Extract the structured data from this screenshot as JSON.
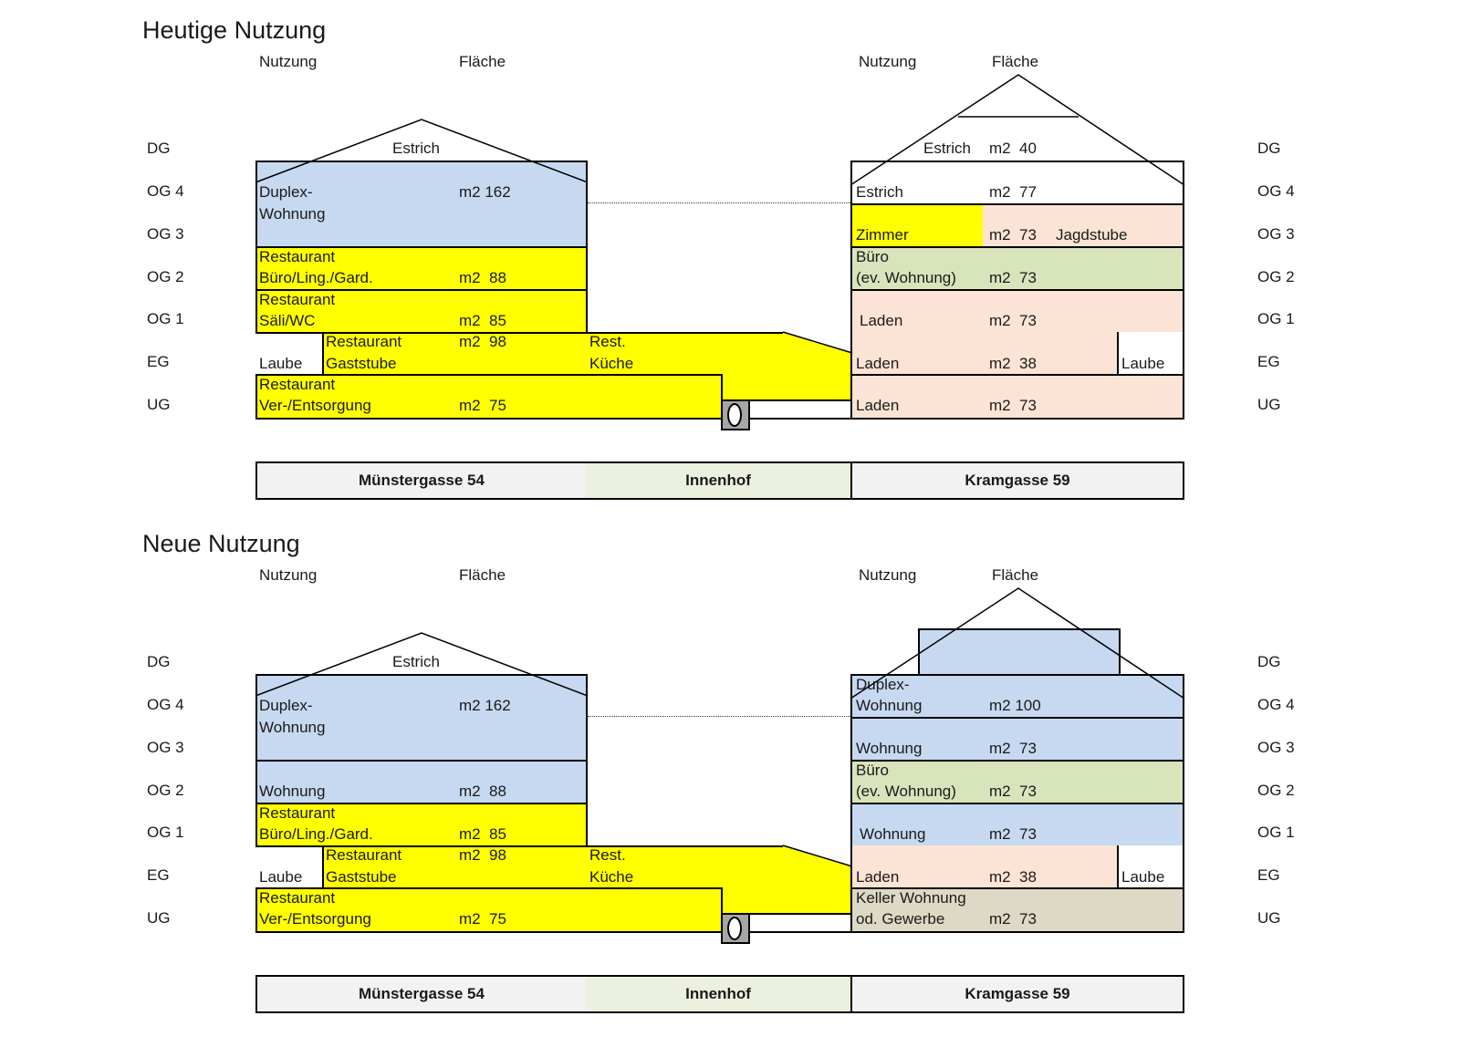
{
  "levels": [
    "DG",
    "OG 4",
    "OG 3",
    "OG 2",
    "OG 1",
    "EG",
    "UG"
  ],
  "headers": {
    "nutzung": "Nutzung",
    "flaeche": "Fläche"
  },
  "lanes": {
    "left": "Münstergasse 54",
    "middle": "Innenhof",
    "right": "Kramgasse 59"
  },
  "colors": {
    "yellow": "#ffff00",
    "blue": "#c6d9f0",
    "peach": "#fbe4d5",
    "green": "#d8e4bc",
    "taupe": "#ddd9c4",
    "lane_left": "#f2f2f2",
    "lane_middle": "#ebf1de",
    "lane_right": "#f2f2f2"
  },
  "old": {
    "title": "Heutige Nutzung",
    "left": {
      "estrich": "Estrich",
      "og4": {
        "l1": "Duplex-",
        "l2": "Wohnung",
        "area": "m2 162"
      },
      "og2": {
        "l1": "Restaurant",
        "l2": "Büro/Ling./Gard.",
        "area": "m2  88"
      },
      "og1": {
        "l1": "Restaurant",
        "l2": "Säli/WC",
        "area": "m2  85"
      },
      "eg": {
        "laube": "Laube",
        "l1": "Restaurant",
        "l2": "Gaststube",
        "area": "m2  98"
      },
      "kitchen": {
        "l1": "Rest.",
        "l2": "Küche"
      },
      "ug": {
        "l1": "Restaurant",
        "l2": "Ver-/Entsorgung",
        "area": "m2  75"
      }
    },
    "right": {
      "dg": {
        "use": "Estrich",
        "area": "m2  40"
      },
      "og4": {
        "use": "Estrich",
        "area": "m2  77"
      },
      "og3": {
        "use": "Zimmer",
        "area": "m2  73",
        "extra": "Jagdstube"
      },
      "og2": {
        "l1": "Büro",
        "l2": "(ev. Wohnung)",
        "area": "m2  73"
      },
      "og1": {
        "use": "Laden",
        "area": "m2  73"
      },
      "eg": {
        "use": "Laden",
        "area": "m2  38",
        "laube": "Laube"
      },
      "ug": {
        "use": "Laden",
        "area": "m2  73"
      }
    }
  },
  "new": {
    "title": "Neue Nutzung",
    "left": {
      "estrich": "Estrich",
      "og4": {
        "l1": "Duplex-",
        "l2": "Wohnung",
        "area": "m2 162"
      },
      "og2": {
        "l1": "Wohnung",
        "area": "m2  88"
      },
      "og1": {
        "l1": "Restaurant",
        "l2": "Büro/Ling./Gard.",
        "area": "m2  85"
      },
      "eg": {
        "laube": "Laube",
        "l1": "Restaurant",
        "l2": "Gaststube",
        "area": "m2  98"
      },
      "kitchen": {
        "l1": "Rest.",
        "l2": "Küche"
      },
      "ug": {
        "l1": "Restaurant",
        "l2": "Ver-/Entsorgung",
        "area": "m2  75"
      }
    },
    "right": {
      "og4": {
        "l1": "Duplex-",
        "l2": "Wohnung",
        "area": "m2 100"
      },
      "og3": {
        "use": "Wohnung",
        "area": "m2  73"
      },
      "og2": {
        "l1": "Büro",
        "l2": "(ev. Wohnung)",
        "area": "m2  73"
      },
      "og1": {
        "use": "Wohnung",
        "area": "m2  73"
      },
      "eg": {
        "use": "Laden",
        "area": "m2  38",
        "laube": "Laube"
      },
      "ug": {
        "l1": "Keller Wohnung",
        "l2": "od. Gewerbe",
        "area": "m2  73"
      }
    }
  }
}
